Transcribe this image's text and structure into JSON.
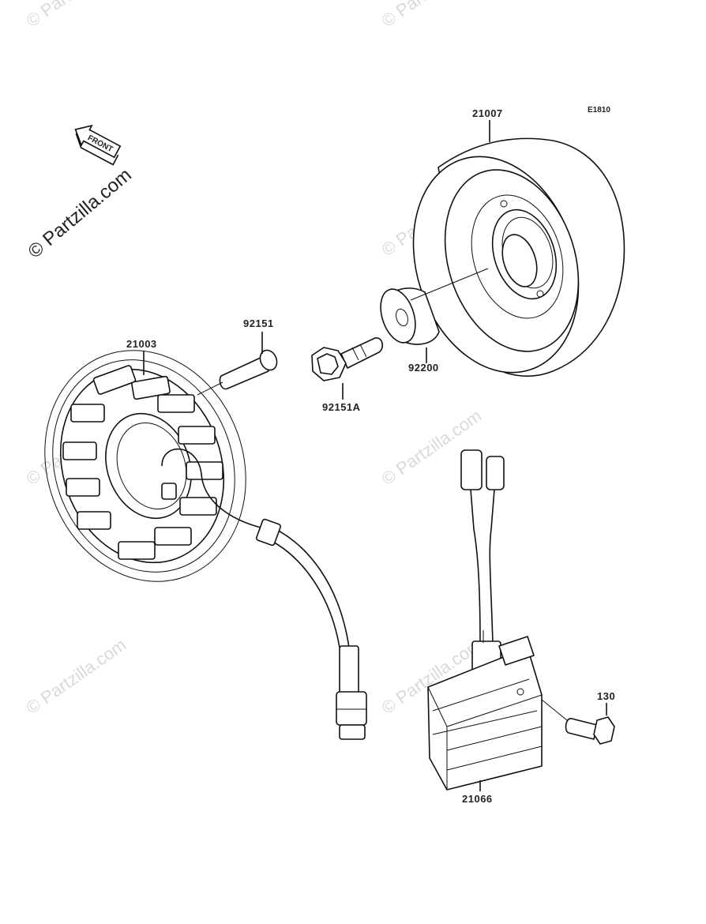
{
  "diagram": {
    "code": "E1810",
    "front_label": "FRONT",
    "brand": "© Partzilla.com",
    "watermark": "© Partzilla.com",
    "parts": {
      "rotor": "21007",
      "stator": "21003",
      "bolt_stator": "92151",
      "bolt_rotor": "92151A",
      "washer": "92200",
      "regulator": "21066",
      "bolt_regulator": "130"
    }
  }
}
